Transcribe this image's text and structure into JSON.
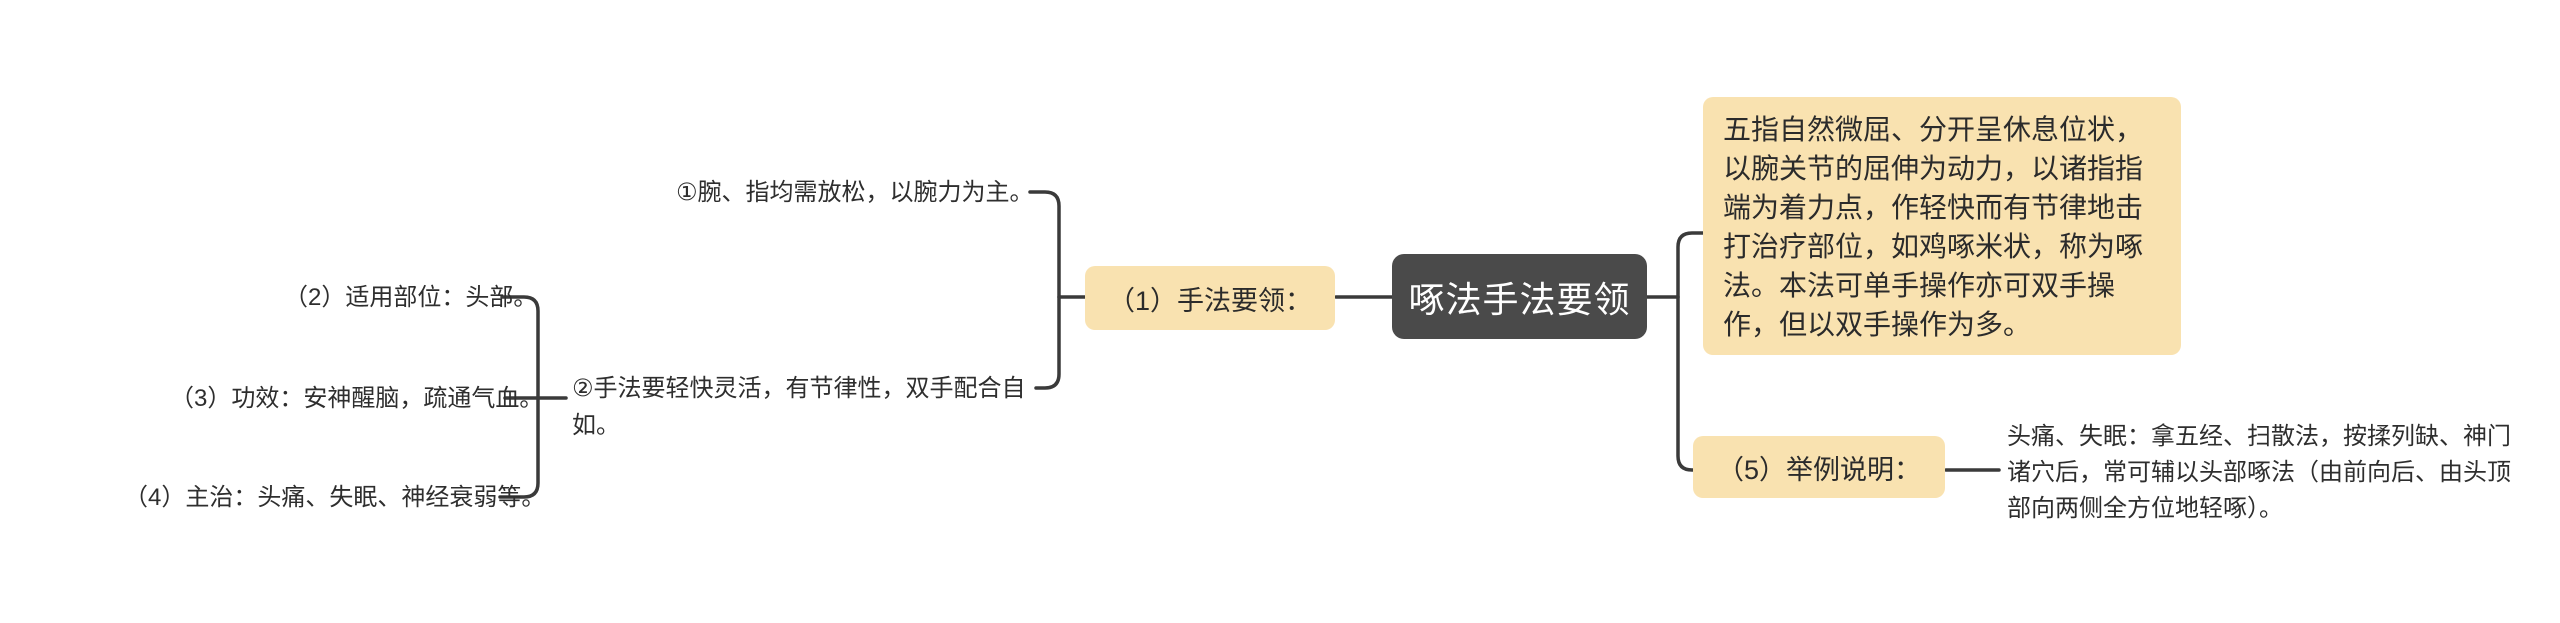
{
  "theme": {
    "bg": "#ffffff",
    "accent_yellow": "#F9E2B0",
    "node_dark": "#4A4A4A",
    "line_color": "#3A3A3A",
    "text_color": "#2E2E2E"
  },
  "mindmap": {
    "root": "啄法手法要领",
    "branch_essentials": {
      "label": "（1）手法要领：",
      "children": [
        "①腕、指均需放松，以腕力为主。",
        "②手法要轻快灵活，有节律性，双手配合自如。"
      ],
      "sub_items": [
        "（2）适用部位：头部。",
        "（3）功效：安神醒脑，疏通气血。",
        "（4）主治：头痛、失眠、神经衰弱等。"
      ]
    },
    "description": "五指自然微屈、分开呈休息位状，以腕关节的屈伸为动力，以诸指指端为着力点，作轻快而有节律地击打治疗部位，如鸡啄米状，称为啄法。本法可单手操作亦可双手操作，但以双手操作为多。",
    "branch_example": {
      "label": "（5）举例说明：",
      "text": "头痛、失眠：拿五经、扫散法，按揉列缺、神门诸穴后，常可辅以头部啄法（由前向后、由头顶部向两侧全方位地轻啄）。"
    }
  }
}
